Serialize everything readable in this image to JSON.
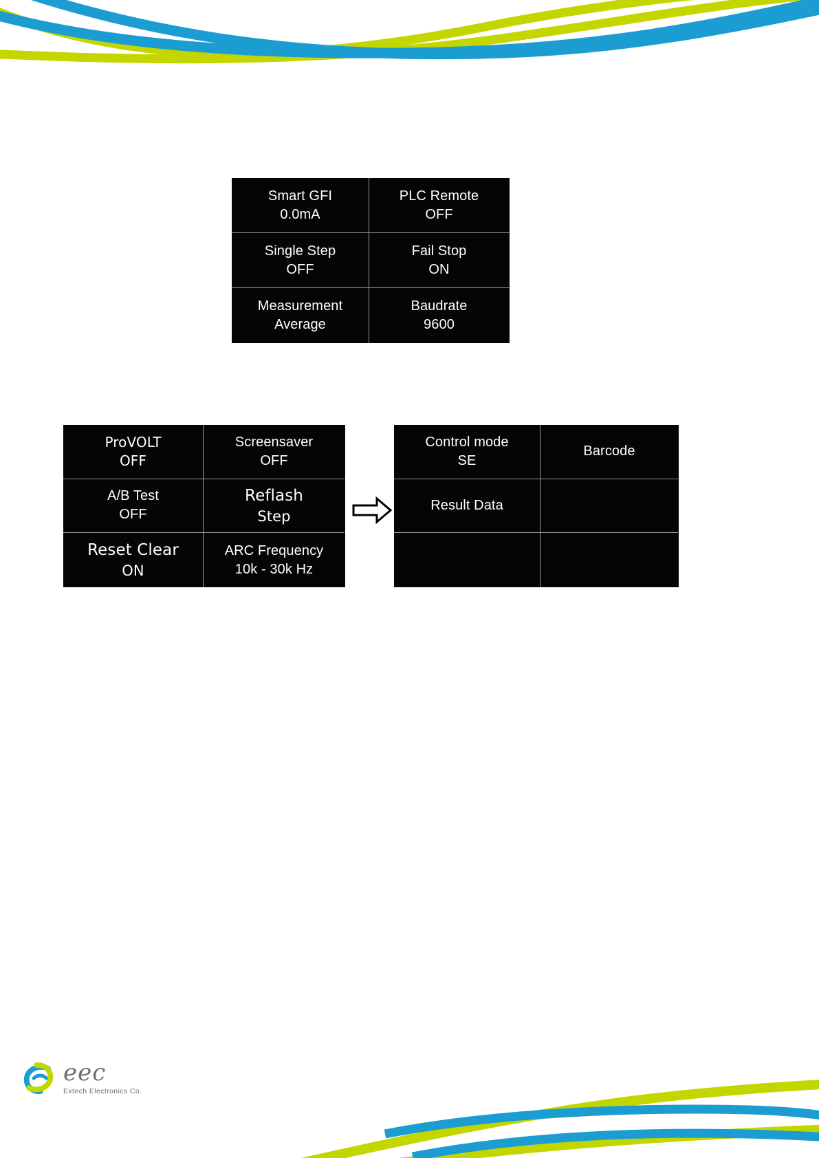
{
  "document": {
    "background_color": "#ffffff",
    "accent_blue": "#1b9dd2",
    "accent_green": "#c3d600"
  },
  "panels": [
    {
      "id": "panel-settings-1",
      "name": "system-settings-panel-1",
      "rows": [
        [
          {
            "title": "Smart GFI",
            "value": "0.0mA"
          },
          {
            "title": "PLC Remote",
            "value": "OFF"
          }
        ],
        [
          {
            "title": "Single Step",
            "value": "OFF"
          },
          {
            "title": "Fail Stop",
            "value": "ON"
          }
        ],
        [
          {
            "title": "Measurement",
            "value": "Average"
          },
          {
            "title": "Baudrate",
            "value": "9600"
          }
        ]
      ]
    },
    {
      "id": "panel-settings-2",
      "name": "system-settings-panel-2",
      "rows": [
        [
          {
            "title": "ProVOLT",
            "value": "OFF"
          },
          {
            "title": "Screensaver",
            "value": "OFF"
          }
        ],
        [
          {
            "title": "A/B Test",
            "value": "OFF"
          },
          {
            "title": "Reflash",
            "value": "Step",
            "emphasis": "big"
          }
        ],
        [
          {
            "title": "Reset Clear",
            "value": "ON",
            "emphasis": "big"
          },
          {
            "title": "ARC Frequency",
            "value": "10k - 30k Hz"
          }
        ]
      ]
    },
    {
      "id": "panel-settings-3",
      "name": "system-settings-panel-3",
      "rows": [
        [
          {
            "title": "Control mode",
            "value": "SE"
          },
          {
            "title": "Barcode",
            "value": ""
          }
        ],
        [
          {
            "title": "Result Data",
            "value": ""
          },
          {
            "title": "",
            "value": ""
          }
        ],
        [
          {
            "title": "",
            "value": ""
          },
          {
            "title": "",
            "value": ""
          }
        ]
      ]
    }
  ],
  "flow": {
    "arrow_icon": "arrow-right-icon"
  },
  "footer": {
    "logo": {
      "mark_icon": "eec-swoosh-icon",
      "wordmark": "eec",
      "tagline": "Extech Electronics Co."
    }
  }
}
